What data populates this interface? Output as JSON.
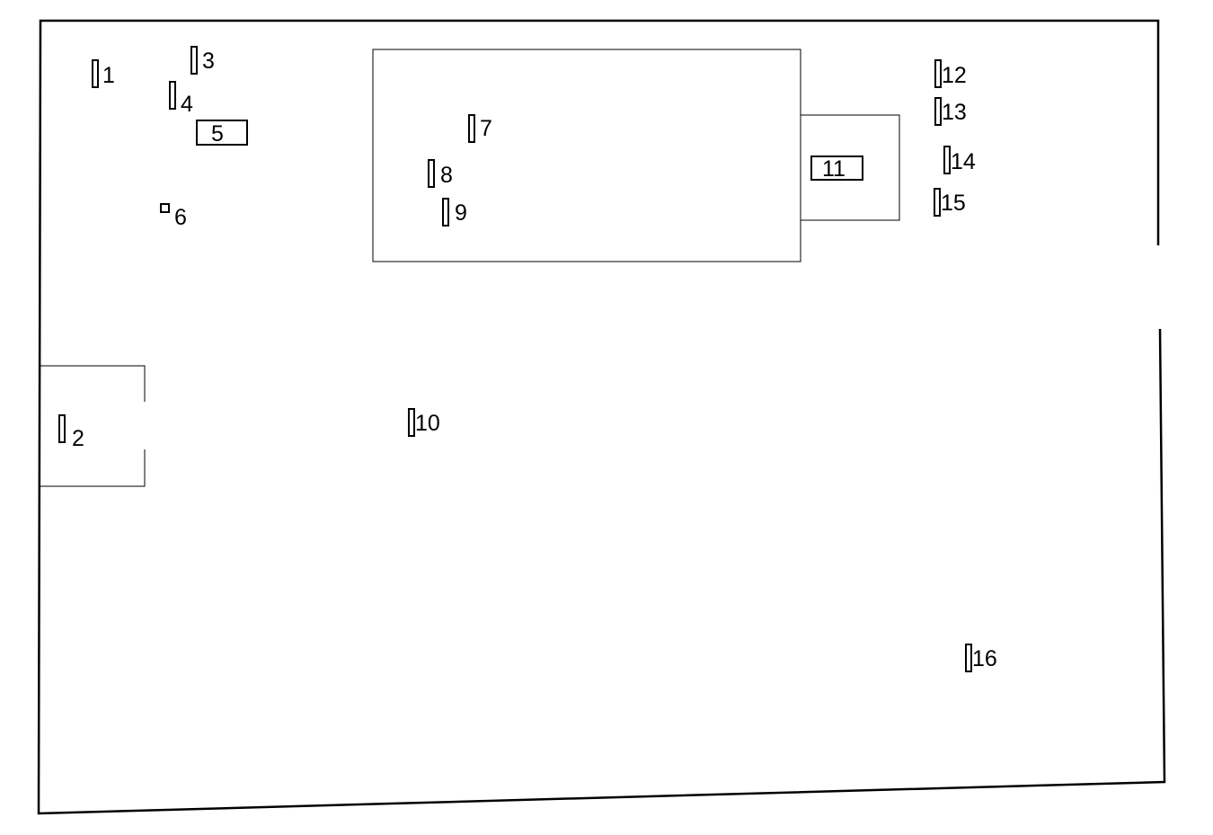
{
  "labels": {
    "m1": "1",
    "m2": "2",
    "m3": "3",
    "m4": "4",
    "m5": "5",
    "m6": "6",
    "m7": "7",
    "m8": "8",
    "m9": "9",
    "m10": "10",
    "m11": "11",
    "m12": "12",
    "m13": "13",
    "m14": "14",
    "m15": "15",
    "m16": "16"
  },
  "colors": {
    "line": "#000000",
    "background": "#ffffff"
  }
}
